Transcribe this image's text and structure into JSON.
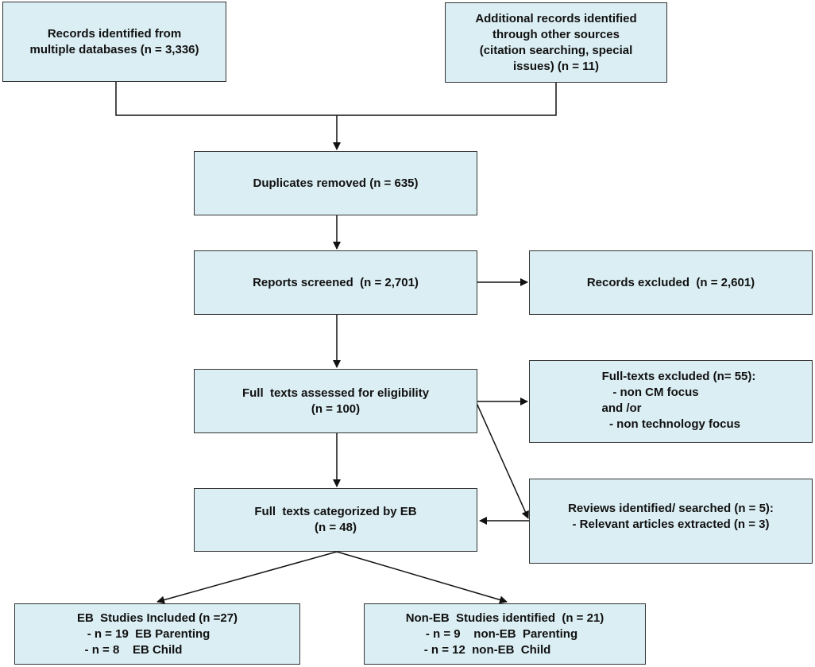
{
  "boxes": {
    "records_db": [
      "Records identified from",
      "multiple databases (n = 3,336)"
    ],
    "additional": [
      "Additional records identified",
      "through other sources",
      "(citation searching, special",
      "issues) (n = 11)"
    ],
    "duplicates": [
      "Duplicates removed (n = 635)"
    ],
    "screened": [
      "Reports screened  (n = 2,701)"
    ],
    "excluded": [
      "Records excluded  (n = 2,601)"
    ],
    "fulltext": [
      "Full  texts assessed for eligibility",
      "(n = 100)"
    ],
    "ft_excluded": [
      "Full-texts excluded (n= 55):",
      "- non CM focus",
      "and /or",
      "- non technology focus"
    ],
    "categorized": [
      "Full  texts categorized by EB",
      "(n = 48)"
    ],
    "reviews": [
      "Reviews identified/ searched (n = 5):",
      "- Relevant articles extracted (n = 3)"
    ],
    "eb_included": [
      "EB  Studies Included (n =27)",
      "- n = 19  EB Parenting",
      "- n = 8    EB Child"
    ],
    "non_eb": [
      "Non-EB  Studies identified  (n = 21)",
      "- n = 9    non-EB  Parenting",
      "- n = 12  non-EB  Child"
    ]
  }
}
